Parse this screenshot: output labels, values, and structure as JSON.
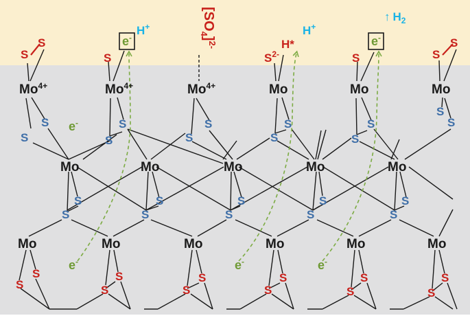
{
  "colors": {
    "surface_band": "#fbefcf",
    "bulk": "#e0e0e1",
    "mo": "#1a1a1a",
    "s_blue": "#3f6fa8",
    "s_red": "#c8211b",
    "electron": "#6f9a35",
    "proton": "#1ab3e6"
  },
  "labels": {
    "mo": "Mo",
    "mo4_sup": "4+",
    "s": "S",
    "s2_sup": "2-",
    "electron": "e",
    "minus": "-",
    "h": "H",
    "plus": "+",
    "star": "*",
    "sulfate_open": "[SO",
    "sulfate_sub": "4",
    "sulfate_close": "]",
    "sulfate_charge": "2-",
    "h2_arrow": "↑",
    "h2": "H",
    "h2_sub": "2"
  },
  "icons": {
    "dashed_path": "electron-pathway-dashed-arrow",
    "boxed_electron": "boxed-electron-icon"
  }
}
